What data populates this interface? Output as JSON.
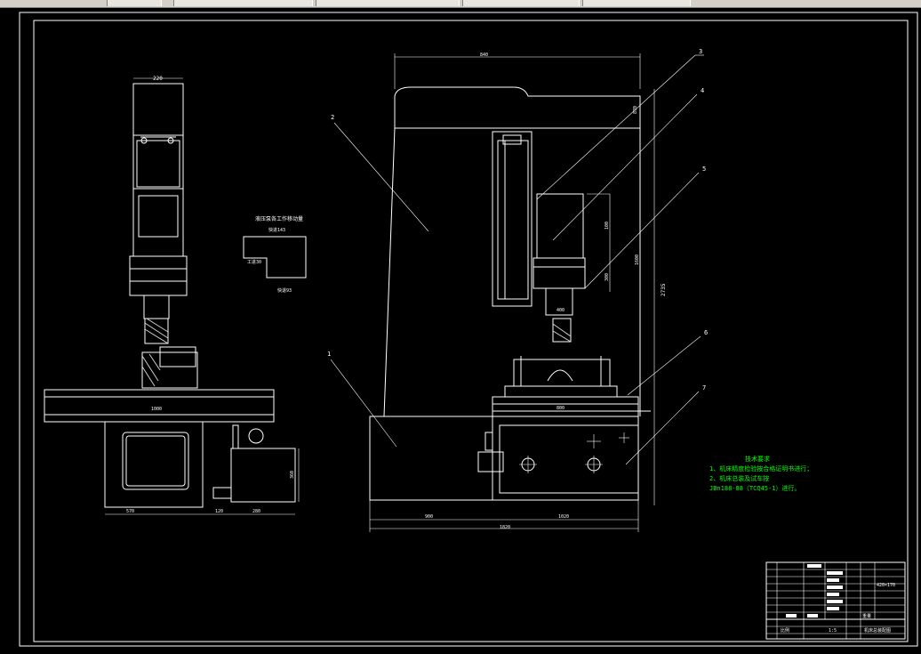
{
  "window": {
    "title": ""
  },
  "drawing": {
    "side_view": {
      "dims": [
        "220",
        "1000",
        "570",
        "120",
        "280",
        "360"
      ],
      "callout_title": "液压泵各工作移动量",
      "callout_labels": [
        "快进143",
        "工进30",
        "快退93"
      ]
    },
    "front_view": {
      "dims": [
        "840",
        "870",
        "1600",
        "2735",
        "300",
        "100",
        "400",
        "800",
        "900",
        "1020",
        "1820"
      ],
      "part_numbers": [
        "1",
        "2",
        "3",
        "4",
        "5",
        "6",
        "7"
      ]
    },
    "tech_requirements": {
      "title": "技术要求",
      "lines": [
        "1、机床精度检验按合格证明书进行；",
        "2、机床总装及试车按",
        "JBn188-88（TCQ45-1）进行。"
      ]
    },
    "title_block": {
      "scale_label": "比例",
      "scale_value": "1:5",
      "drawing_name": "机床总装配图",
      "weight_label": "重量",
      "code": "420×170"
    }
  },
  "colors": {
    "background": "#000000",
    "lines": "#ffffff",
    "notes": "#00ff00"
  }
}
